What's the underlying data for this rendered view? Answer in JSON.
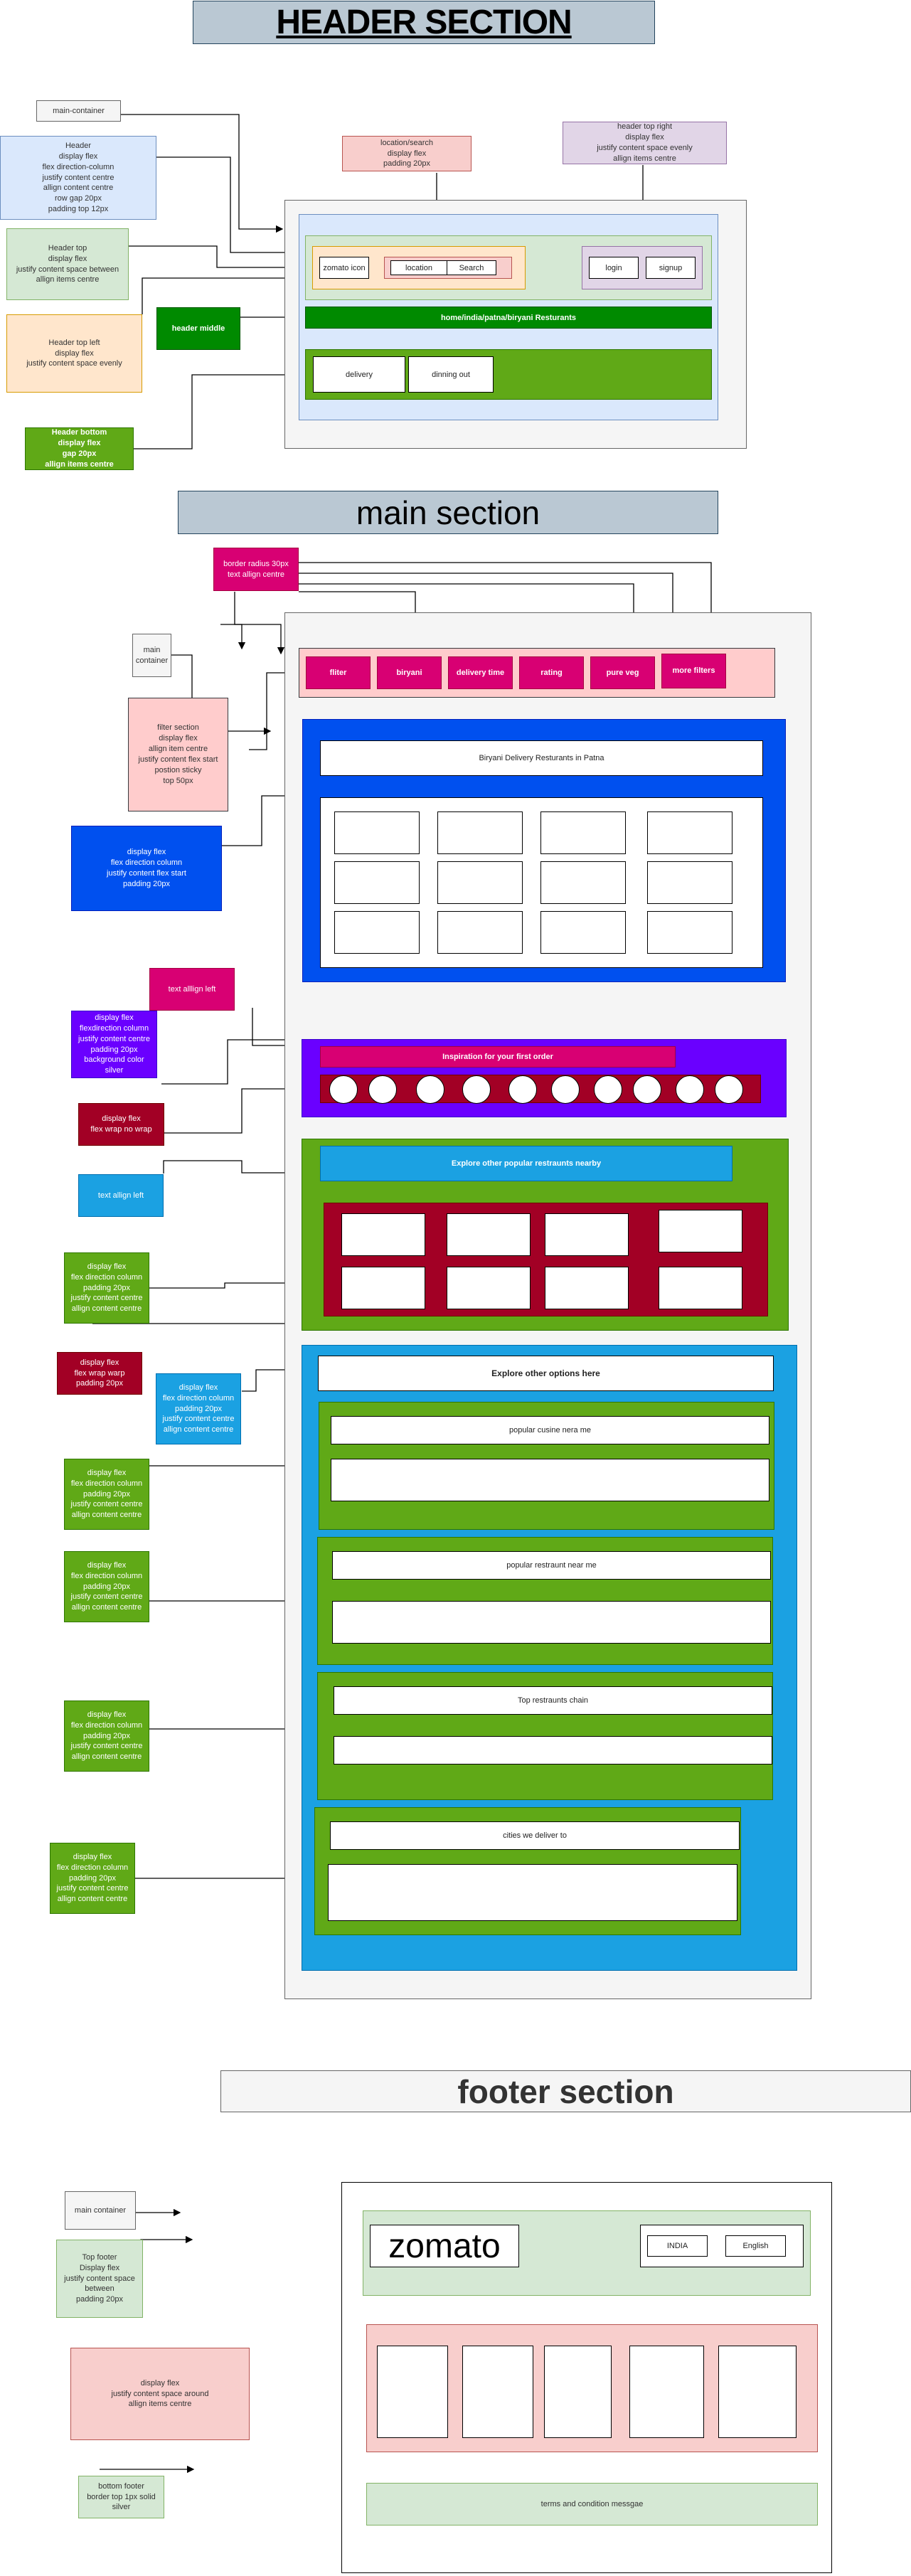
{
  "header_section": {
    "title": "HEADER SECTION",
    "notes": {
      "main_container": "main-container",
      "header": "Header\ndisplay flex\nflex direction-column\njustify content centre\nallign content centre\nrow gap 20px\npadding top 12px",
      "header_top": "Header top\ndisplay flex\njustify content space between\nallign items centre",
      "header_top_left": "Header top left\ndisplay flex\njustify content space evenly",
      "header_middle": "header middle",
      "header_bottom": "Header bottom\ndisplay flex\ngap 20px\nallign items centre",
      "location_search": "location/search\ndisplay flex\npadding 20px",
      "header_top_right": "header top right\ndisplay flex\njustify content space evenly\nallign items centre"
    },
    "mock": {
      "logo": "zomato icon",
      "location": "location",
      "search": "Search",
      "login": "login",
      "signup": "signup",
      "breadcrumb": "home/india/patna/biryani Resturants",
      "tabs": [
        "delivery",
        "dinning out"
      ]
    }
  },
  "main_section": {
    "title": "main section",
    "notes": {
      "filter_button": "border radius 30px\ntext allign centre",
      "main_container": "main container",
      "filter_section": "filter section\ndisplay flex\nallign item centre\njustify content flex start\npostion sticky\ntop 50px",
      "delivery_block": "display flex\nflex direction column\njustify content flex start\npadding 20px",
      "inspiration_title": "text alllign left",
      "inspiration_block": "display flex\nflexdirection column\njustify content centre\npadding 20px\nbackground color\nsilver",
      "inspiration_row": "display flex\nflex wrap no wrap",
      "explore_title": "text allign left",
      "explore_block": "display flex\nflex direction column\npadding 20px\njustify content centre\nallign content centre",
      "explore_grid": "display flex\nflex wrap warp\npadding 20px",
      "options_block": "display flex\nflex direction column\npadding 20px\njustify content centre\nallign content centre",
      "option_group_1": "display flex\nflex direction column\npadding 20px\njustify content centre\nallign content centre",
      "option_group_2": "display flex\nflex direction column\npadding 20px\njustify content centre\nallign content centre",
      "option_group_3": "display flex\nflex direction column\npadding 20px\njustify content centre\nallign content centre",
      "option_group_4": "display flex\nflex direction column\npadding 20px\njustify content centre\nallign content centre"
    },
    "mock": {
      "filters": [
        "fliter",
        "biryani",
        "delivery time",
        "rating",
        "pure veg",
        "more filters"
      ],
      "delivery_heading": "Biryani Delivery Resturants in Patna",
      "inspiration_heading": "Inspiration for your first order",
      "inspiration_circle_count": 10,
      "explore_heading": "Explore other popular restraunts nearby",
      "options_heading": "Explore other options here",
      "option_groups": [
        "popular cusine nera me",
        "popular restraunt near me",
        "Top restraunts chain",
        "cities we deliver to"
      ]
    }
  },
  "footer_section": {
    "title": "footer section",
    "notes": {
      "main_container": "main container",
      "top_footer": "Top footer\nDisplay flex\njustify content space\nbetween\npadding 20px",
      "middle_footer": "display flex\njustify content space around\nallign items centre",
      "bottom_footer": "bottom footer\nborder top 1px solid\nsilver"
    },
    "mock": {
      "logo": "zomato",
      "country": "INDIA",
      "language": "English",
      "terms": "terms and condition messgae"
    }
  }
}
